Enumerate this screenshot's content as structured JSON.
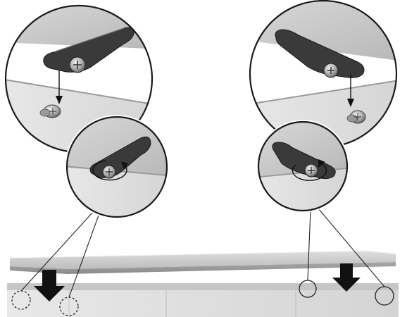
{
  "figure": {
    "kind": "assembly-instruction",
    "text": [],
    "steps": [
      {
        "side": "left",
        "action": "insert-screw-into-bracket",
        "rotation": "clockwise"
      },
      {
        "side": "right",
        "action": "insert-screw-into-bracket",
        "rotation": "counterclockwise"
      }
    ],
    "arrows": {
      "lower_direction": "down",
      "count": 2
    },
    "colors": {
      "ink": "#1a1a1a",
      "panel_light": "#e3e3e3",
      "panel_mid": "#c9c9c9",
      "panel_dark": "#9e9e9e",
      "bracket": "#3a3a3a",
      "arrow": "#111111"
    }
  }
}
